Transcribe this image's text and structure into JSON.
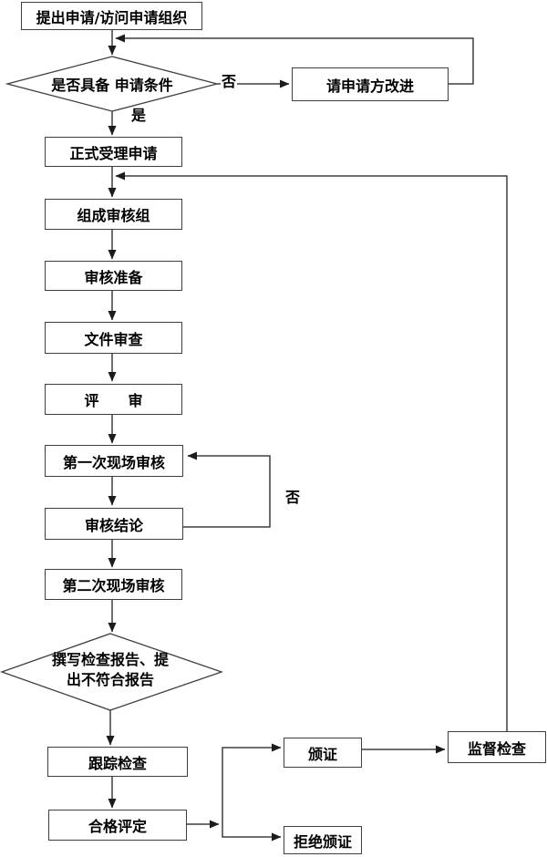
{
  "diagram": {
    "type": "flowchart",
    "language": "zh-CN",
    "colors": {
      "line": "#3f3f3f",
      "box_border": "#3f3f3f",
      "text": "#000000",
      "background": "#ffffff",
      "arrowhead": "#1c1c1c"
    },
    "nodes": {
      "start": {
        "label": "提出申请/访问申请组织",
        "shape": "rect"
      },
      "check_conditions": {
        "label": "是否具备 申请条件",
        "shape": "diamond"
      },
      "improve": {
        "label": "请申请方改进",
        "shape": "rect"
      },
      "accept": {
        "label": "正式受理申请",
        "shape": "rect"
      },
      "form_team": {
        "label": "组成审核组",
        "shape": "rect"
      },
      "audit_prepare": {
        "label": "审核准备",
        "shape": "rect"
      },
      "doc_review": {
        "label": "文件审查",
        "shape": "rect"
      },
      "review": {
        "label": "评　　审",
        "shape": "rect"
      },
      "first_site_audit": {
        "label": "第一次现场审核",
        "shape": "rect"
      },
      "audit_conclusion": {
        "label": "审核结论",
        "shape": "rect"
      },
      "second_site_audit": {
        "label": "第二次现场审核",
        "shape": "rect"
      },
      "write_report": {
        "label": "撰写检查报告、提\n出不符合报告",
        "shape": "diamond"
      },
      "follow_up": {
        "label": "跟踪检查",
        "shape": "rect"
      },
      "conformity": {
        "label": "合格评定",
        "shape": "rect"
      },
      "issue_cert": {
        "label": "颁证",
        "shape": "rect"
      },
      "refuse_cert": {
        "label": "拒绝颁证",
        "shape": "rect"
      },
      "supervision": {
        "label": "监督检查",
        "shape": "rect"
      }
    },
    "edge_labels": {
      "no_top": "否",
      "yes_top": "是",
      "no_loop": "否"
    },
    "edges": [
      {
        "from": "start",
        "to": "check_conditions",
        "label": ""
      },
      {
        "from": "check_conditions",
        "to": "improve",
        "label": "否"
      },
      {
        "from": "improve",
        "to": "check_conditions",
        "label": ""
      },
      {
        "from": "check_conditions",
        "to": "accept",
        "label": "是"
      },
      {
        "from": "accept",
        "to": "form_team",
        "label": ""
      },
      {
        "from": "form_team",
        "to": "audit_prepare",
        "label": ""
      },
      {
        "from": "audit_prepare",
        "to": "doc_review",
        "label": ""
      },
      {
        "from": "doc_review",
        "to": "review",
        "label": ""
      },
      {
        "from": "review",
        "to": "first_site_audit",
        "label": ""
      },
      {
        "from": "first_site_audit",
        "to": "audit_conclusion",
        "label": ""
      },
      {
        "from": "audit_conclusion",
        "to": "first_site_audit",
        "label": "否"
      },
      {
        "from": "audit_conclusion",
        "to": "second_site_audit",
        "label": ""
      },
      {
        "from": "second_site_audit",
        "to": "write_report",
        "label": ""
      },
      {
        "from": "write_report",
        "to": "follow_up",
        "label": ""
      },
      {
        "from": "follow_up",
        "to": "conformity",
        "label": ""
      },
      {
        "from": "conformity",
        "to": "issue_cert",
        "label": ""
      },
      {
        "from": "conformity",
        "to": "refuse_cert",
        "label": ""
      },
      {
        "from": "issue_cert",
        "to": "supervision",
        "label": ""
      },
      {
        "from": "supervision",
        "to": "form_team",
        "label": ""
      }
    ]
  }
}
